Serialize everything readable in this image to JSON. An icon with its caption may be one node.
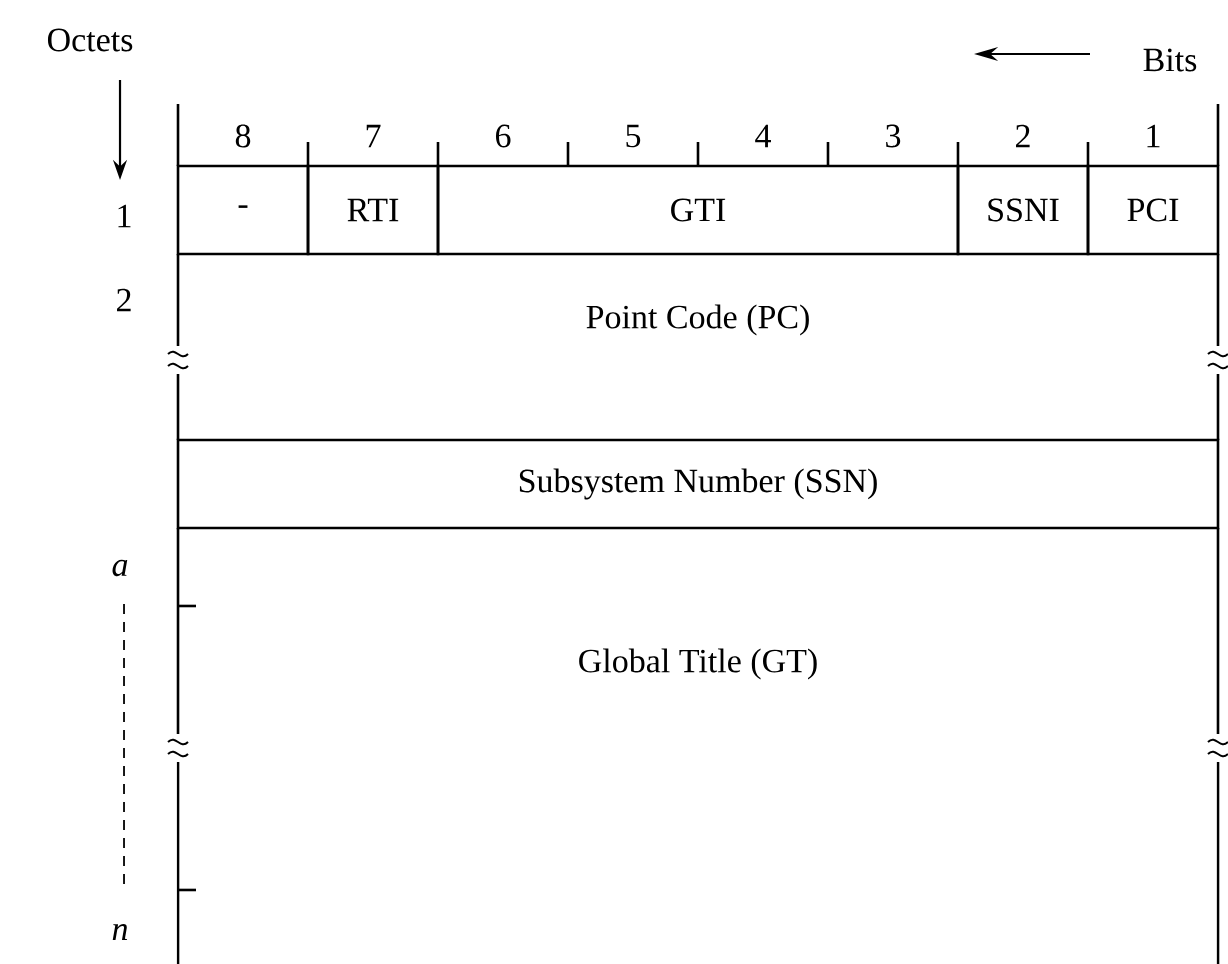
{
  "diagram": {
    "nodes": [
      {
        "text": [
          "-"
        ]
      },
      {
        "text": [
          "RTI"
        ]
      },
      {
        "text": [
          "GTI"
        ]
      },
      {
        "text": [
          "SSNI"
        ]
      },
      {
        "text": [
          "PCI"
        ]
      },
      {
        "text": [
          "Point Code (PC)"
        ]
      },
      {
        "text": [
          "Subsystem Number (SSN)"
        ]
      },
      {
        "text": [
          "Global Title (GT)"
        ]
      }
    ],
    "labels": [
      "Octets",
      "Bits",
      "8",
      "7",
      "6",
      "5",
      "4",
      "3",
      "2",
      "1",
      "1",
      "2",
      "a",
      "n"
    ]
  }
}
